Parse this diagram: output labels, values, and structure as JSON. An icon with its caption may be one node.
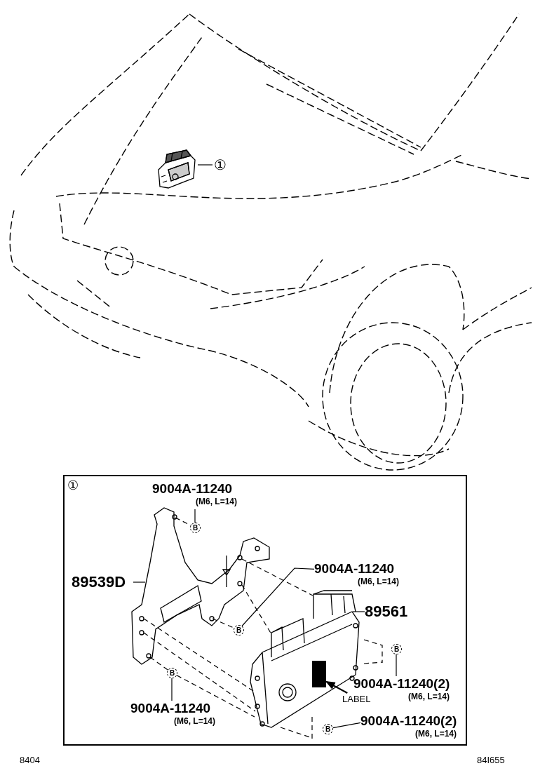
{
  "diagram": {
    "nodes": [
      {
        "text": [
          "①"
        ]
      },
      {
        "text": [],
        "shape": "picture"
      },
      {
        "text": [
          "①"
        ]
      },
      {
        "text": [
          "89539D"
        ],
        "in": 2
      },
      {
        "text": [],
        "shape": "picture",
        "in": 2
      },
      {
        "text": [
          "89561"
        ],
        "in": 2
      },
      {
        "text": [],
        "shape": "picture",
        "in": 2
      },
      {
        "text": [
          "9004A-11240",
          "(M6, L=14)"
        ],
        "in": 2
      },
      {
        "text": [
          "B"
        ],
        "in": 2
      },
      {
        "text": [
          "9004A-11240",
          "(M6, L=14)"
        ],
        "in": 2
      },
      {
        "text": [
          "B"
        ],
        "in": 2
      },
      {
        "text": [
          "9004A-11240",
          "(M6, L=14)"
        ],
        "in": 2
      },
      {
        "text": [
          "B"
        ],
        "in": 2
      },
      {
        "text": [
          "9004A-11240(2)",
          "(M6, L=14)"
        ],
        "in": 2
      },
      {
        "text": [
          "B"
        ],
        "in": 2
      },
      {
        "text": [
          "9004A-11240(2)",
          "(M6, L=14)"
        ],
        "in": 2
      },
      {
        "text": [
          "B"
        ],
        "in": 2
      },
      {
        "text": [
          "LABEL"
        ],
        "in": 2
      },
      {
        "text": [],
        "shape": "box",
        "in": 6
      }
    ],
    "edges": [
      {
        "from": 0,
        "to": 1,
        "arrow": "none"
      },
      {
        "from": 3,
        "to": 4,
        "arrow": "none"
      },
      {
        "from": 5,
        "to": 6,
        "arrow": "none"
      },
      {
        "from": 7,
        "to": 8,
        "arrow": "none"
      },
      {
        "from": 9,
        "to": 10,
        "arrow": "none"
      },
      {
        "from": 11,
        "to": 12,
        "arrow": "none"
      },
      {
        "from": 13,
        "to": 14,
        "arrow": "none"
      },
      {
        "from": 15,
        "to": 16,
        "arrow": "none"
      },
      {
        "from": 17,
        "to": 18,
        "arrow": "to"
      },
      {
        "from": 4,
        "to": 8,
        "arrow": "none",
        "style": "dashed"
      },
      {
        "from": 4,
        "to": 10,
        "arrow": "none",
        "style": "dashed"
      },
      {
        "from": 4,
        "to": 12,
        "arrow": "none",
        "style": "dashed"
      },
      {
        "from": 12,
        "to": 6,
        "arrow": "none",
        "style": "dashed"
      },
      {
        "from": 4,
        "to": 6,
        "arrow": "none",
        "style": "dashed"
      },
      {
        "from": 4,
        "to": 6,
        "arrow": "none",
        "style": "dashed"
      },
      {
        "from": 4,
        "to": 6,
        "arrow": "none",
        "style": "dashed"
      },
      {
        "from": 4,
        "to": 6,
        "arrow": "none",
        "style": "dashed"
      }
    ],
    "labels": [
      "8404",
      "84I655"
    ]
  }
}
